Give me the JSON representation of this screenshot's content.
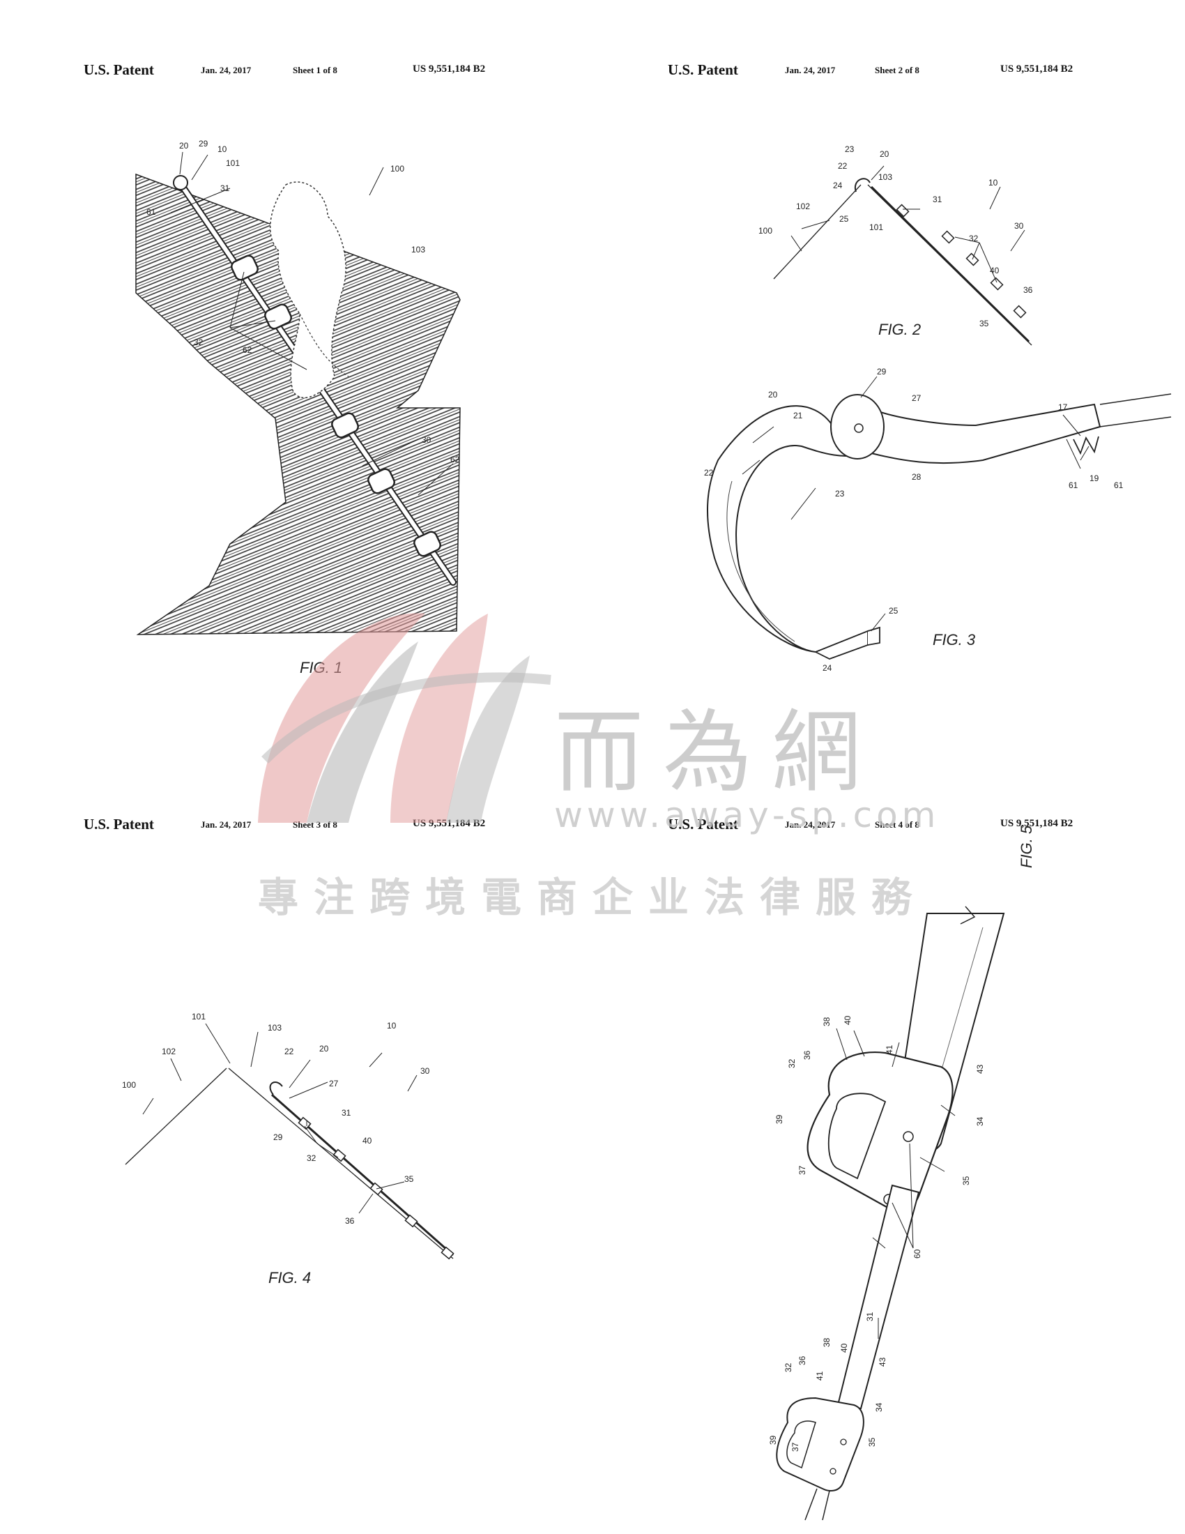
{
  "sheets": [
    {
      "patent": "U.S. Patent",
      "date": "Jan. 24, 2017",
      "sheet": "Sheet 1 of 8",
      "number": "US 9,551,184 B2"
    },
    {
      "patent": "U.S. Patent",
      "date": "Jan. 24, 2017",
      "sheet": "Sheet 2 of 8",
      "number": "US 9,551,184 B2"
    },
    {
      "patent": "U.S. Patent",
      "date": "Jan. 24, 2017",
      "sheet": "Sheet 3 of 8",
      "number": "US 9,551,184 B2"
    },
    {
      "patent": "U.S. Patent",
      "date": "Jan. 24, 2017",
      "sheet": "Sheet 4 of 8",
      "number": "US 9,551,184 B2"
    }
  ],
  "figures": {
    "fig1": {
      "label": "FIG. 1",
      "refs": {
        "r20": "20",
        "r29": "29",
        "r10": "10",
        "r101": "101",
        "r31": "31",
        "r61": "61",
        "r100": "100",
        "r103": "103",
        "r32": "32",
        "r62a": "62",
        "r30": "30",
        "r62b": "62"
      }
    },
    "fig2": {
      "label": "FIG. 2",
      "refs": {
        "r23": "23",
        "r20": "20",
        "r22": "22",
        "r103": "103",
        "r24": "24",
        "r31": "31",
        "r10": "10",
        "r102": "102",
        "r25": "25",
        "r101": "101",
        "r30": "30",
        "r100": "100",
        "r32": "32",
        "r40": "40",
        "r36": "36",
        "r35": "35"
      }
    },
    "fig3": {
      "label": "FIG. 3",
      "refs": {
        "r29": "29",
        "r20": "20",
        "r21": "21",
        "r27": "27",
        "r17": "17",
        "r22": "22",
        "r28": "28",
        "r61a": "61",
        "r19": "19",
        "r61b": "61",
        "r23": "23",
        "r25": "25",
        "r24": "24"
      }
    },
    "fig4": {
      "label": "FIG. 4",
      "refs": {
        "r101": "101",
        "r103": "103",
        "r10": "10",
        "r102": "102",
        "r22": "22",
        "r20": "20",
        "r100": "100",
        "r27": "27",
        "r30": "30",
        "r31": "31",
        "r29": "29",
        "r40": "40",
        "r32": "32",
        "r35": "35",
        "r36": "36"
      }
    },
    "fig5": {
      "label": "FIG. 5",
      "refs": {
        "r38a": "38",
        "r40a": "40",
        "r43a": "43",
        "r41a": "41",
        "r32a": "32",
        "r36a": "36",
        "r34a": "34",
        "r39a": "39",
        "r35a": "35",
        "r37a": "37",
        "r60": "60",
        "r31": "31",
        "r38b": "38",
        "r40b": "40",
        "r43b": "43",
        "r32b": "32",
        "r36b": "36",
        "r41b": "41",
        "r34b": "34",
        "r39b": "39",
        "r37b": "37",
        "r35b": "35"
      }
    }
  },
  "watermark": {
    "brand": "而為網",
    "url": "www.away-sp.com",
    "slogan": "專注跨境電商企业法律服務"
  },
  "colors": {
    "ink": "#222222",
    "watermark_red": "#e08a8a",
    "watermark_gray": "#b9b9b9"
  }
}
